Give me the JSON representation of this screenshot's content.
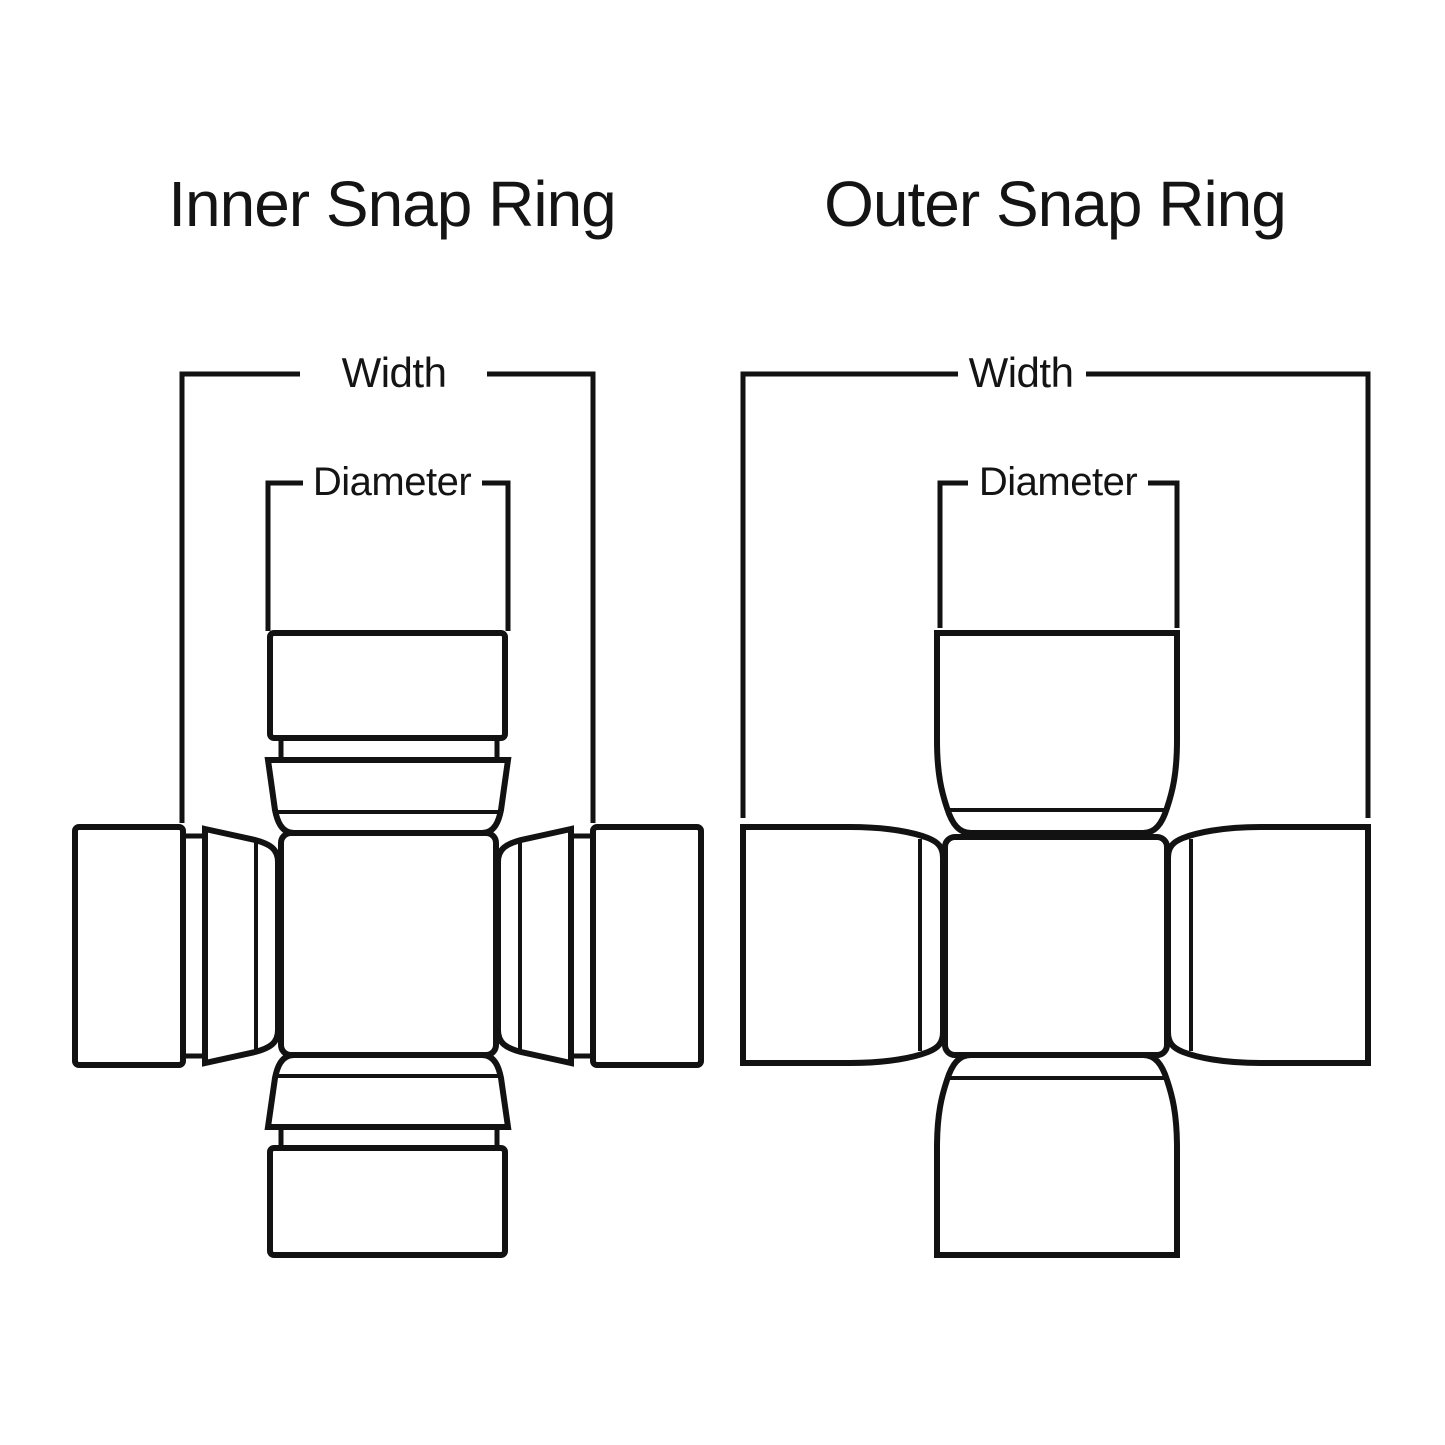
{
  "page": {
    "background": "#ffffff",
    "line_color": "#121212"
  },
  "diagrams": [
    {
      "id": "inner-snap-ring",
      "title": "Inner Snap Ring",
      "width_label": "Width",
      "diameter_label": "Diameter"
    },
    {
      "id": "outer-snap-ring",
      "title": "Outer Snap Ring",
      "width_label": "Width",
      "diameter_label": "Diameter"
    }
  ]
}
